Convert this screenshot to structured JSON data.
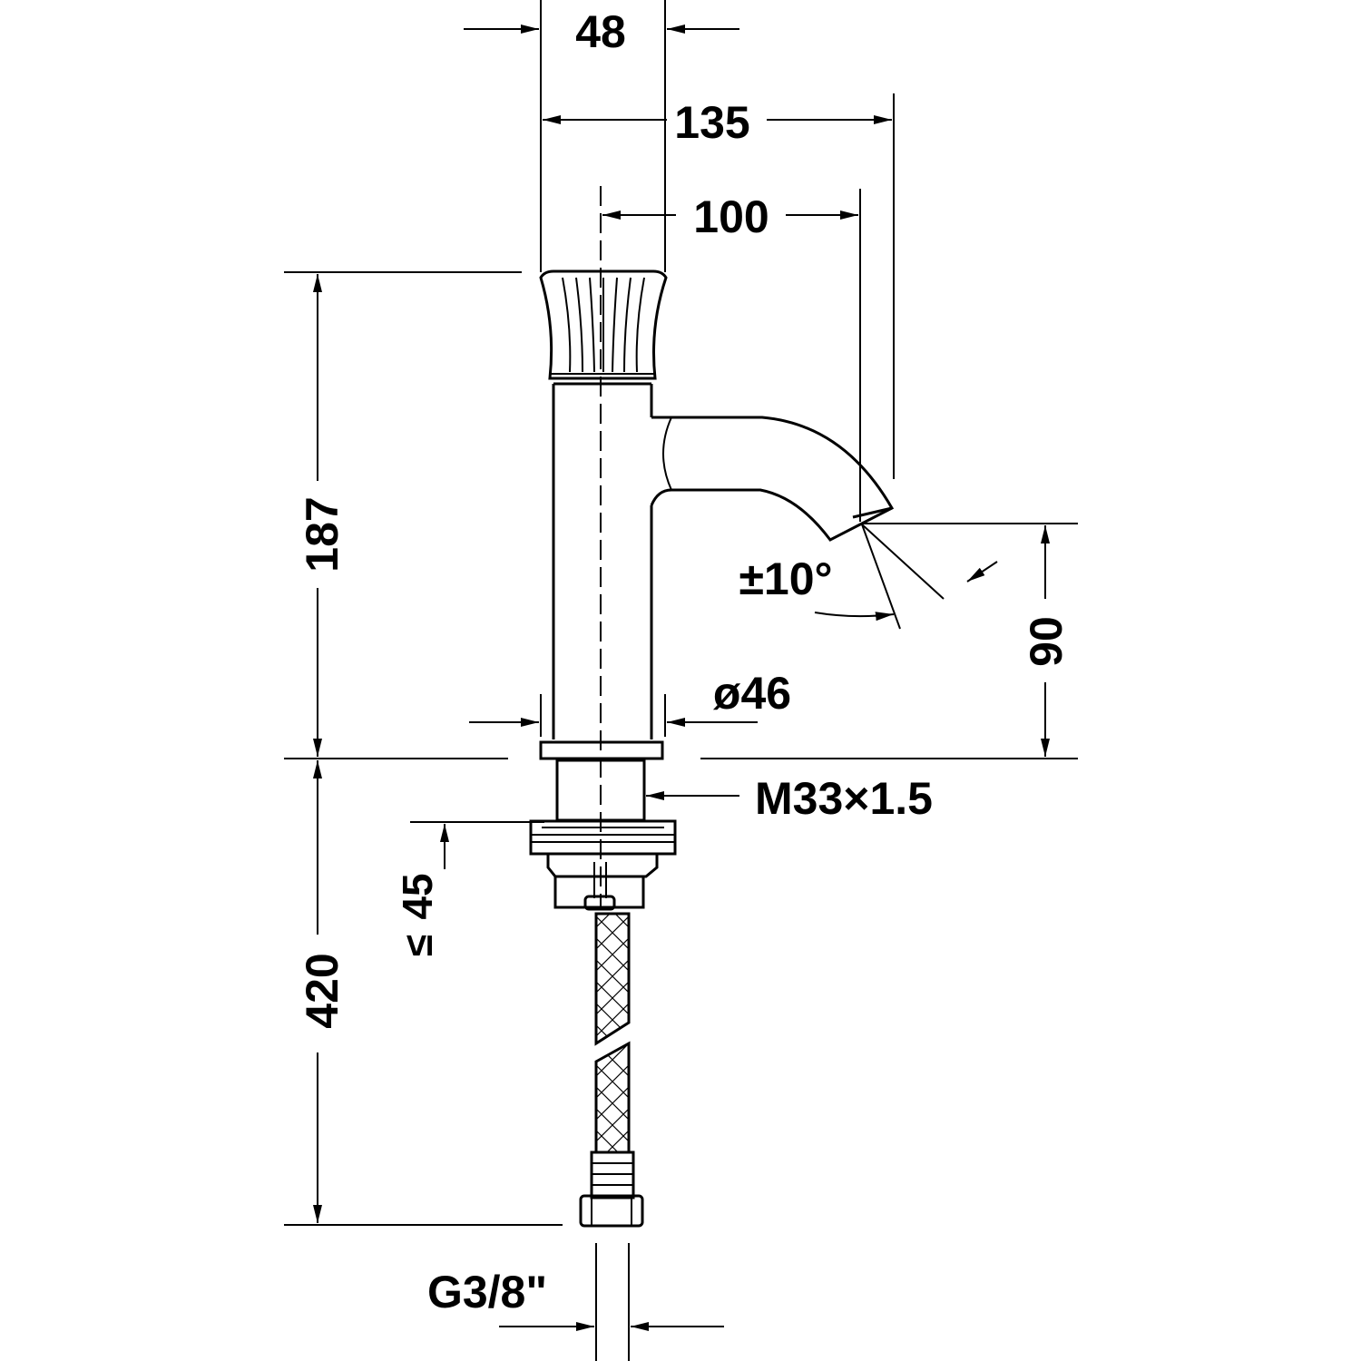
{
  "drawing": {
    "dimensions": {
      "top_width": "48",
      "overall_depth": "135",
      "spout_reach": "100",
      "height_above_deck": "187",
      "spout_height": "90",
      "swivel_angle": "±10°",
      "body_diameter": "ø46",
      "thread": "M33×1.5",
      "max_deck_thickness": "45",
      "max_deck_thickness_symbol": "≤",
      "hose_length": "420",
      "connection": "G3/8\""
    }
  }
}
